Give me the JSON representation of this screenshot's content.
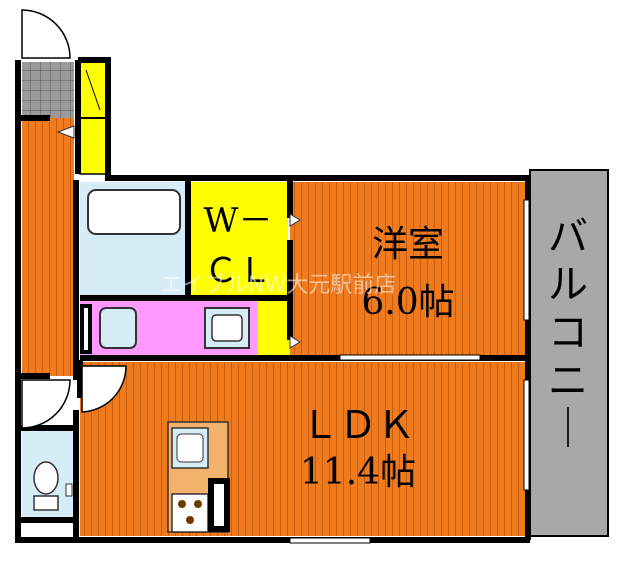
{
  "floorplan": {
    "rooms": {
      "western_room": {
        "label": "洋室",
        "size": "6.0帖"
      },
      "ldk": {
        "label": "ＬＤＫ",
        "size": "11.4帖"
      },
      "walk_in_closet": {
        "line1": "W－",
        "line2": "ＣＬ"
      },
      "balcony": {
        "label": "バルコニー"
      }
    },
    "watermark": "エイブルNW大元駅前店",
    "colors": {
      "wall": "#000000",
      "room_floor": "#f07a1e",
      "floor_stripe": "#c85d0c",
      "closet": "#ffff00",
      "bath": "#d6ecf6",
      "washroom": "#ff99ff",
      "balcony": "#a8a8a8",
      "entrance_tile": "#9a9a9a"
    }
  }
}
